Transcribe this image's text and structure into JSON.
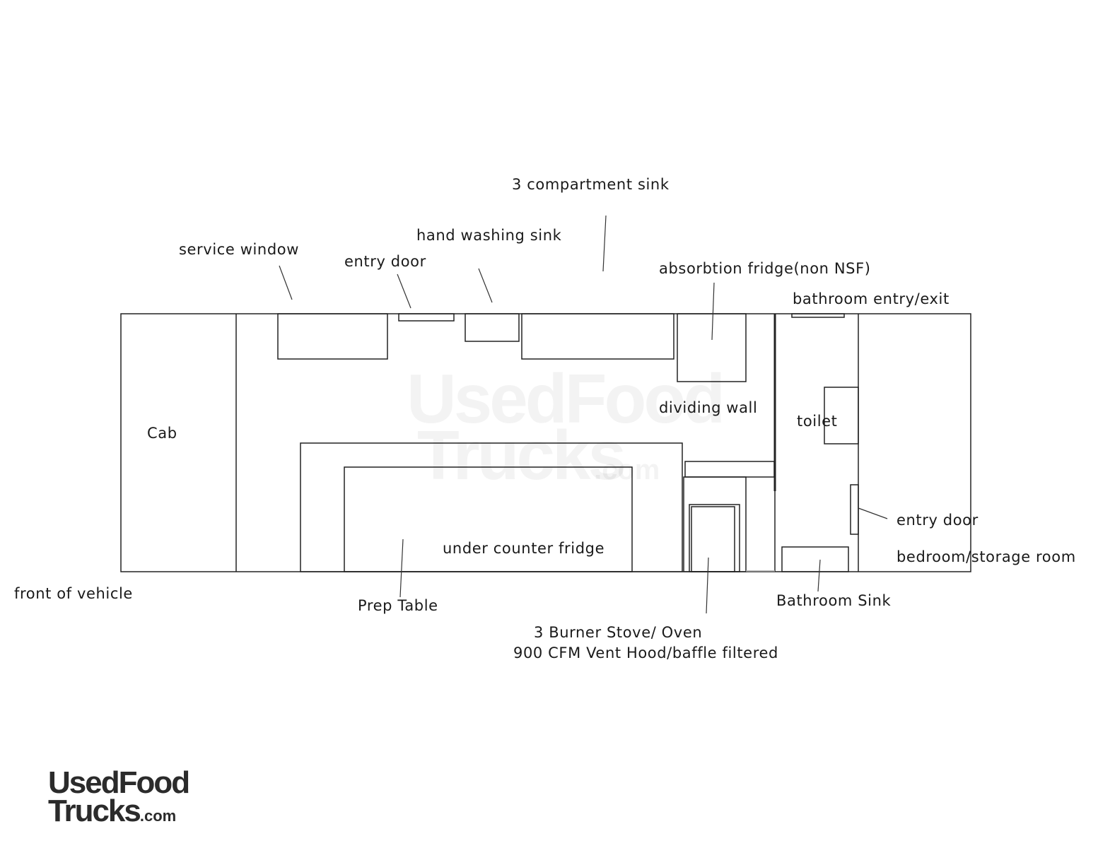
{
  "labels": {
    "three_comp_sink": "3 compartment sink",
    "hand_washing_sink": "hand washing sink",
    "service_window": "service window",
    "entry_door_top": "entry door",
    "absorption_fridge": "absorbtion fridge(non NSF)",
    "bathroom_entry": "bathroom entry/exit",
    "cab": "Cab",
    "dividing_wall": "dividing wall",
    "toilet": "toilet",
    "entry_door_side": "entry door",
    "bedroom": "bedroom/storage room",
    "under_counter_fridge": "under counter fridge",
    "front_of_vehicle": "front of vehicle",
    "prep_table": "Prep Table",
    "bathroom_sink": "Bathroom Sink",
    "stove_line1": "3 Burner Stove/ Oven",
    "stove_line2": "900 CFM Vent Hood/baffle filtered"
  },
  "watermark": {
    "line1": "UsedFood",
    "line2": "Trucks",
    "suffix": ".com"
  },
  "logo": {
    "line1": "UsedFood",
    "line2": "Trucks",
    "suffix": ".com"
  }
}
